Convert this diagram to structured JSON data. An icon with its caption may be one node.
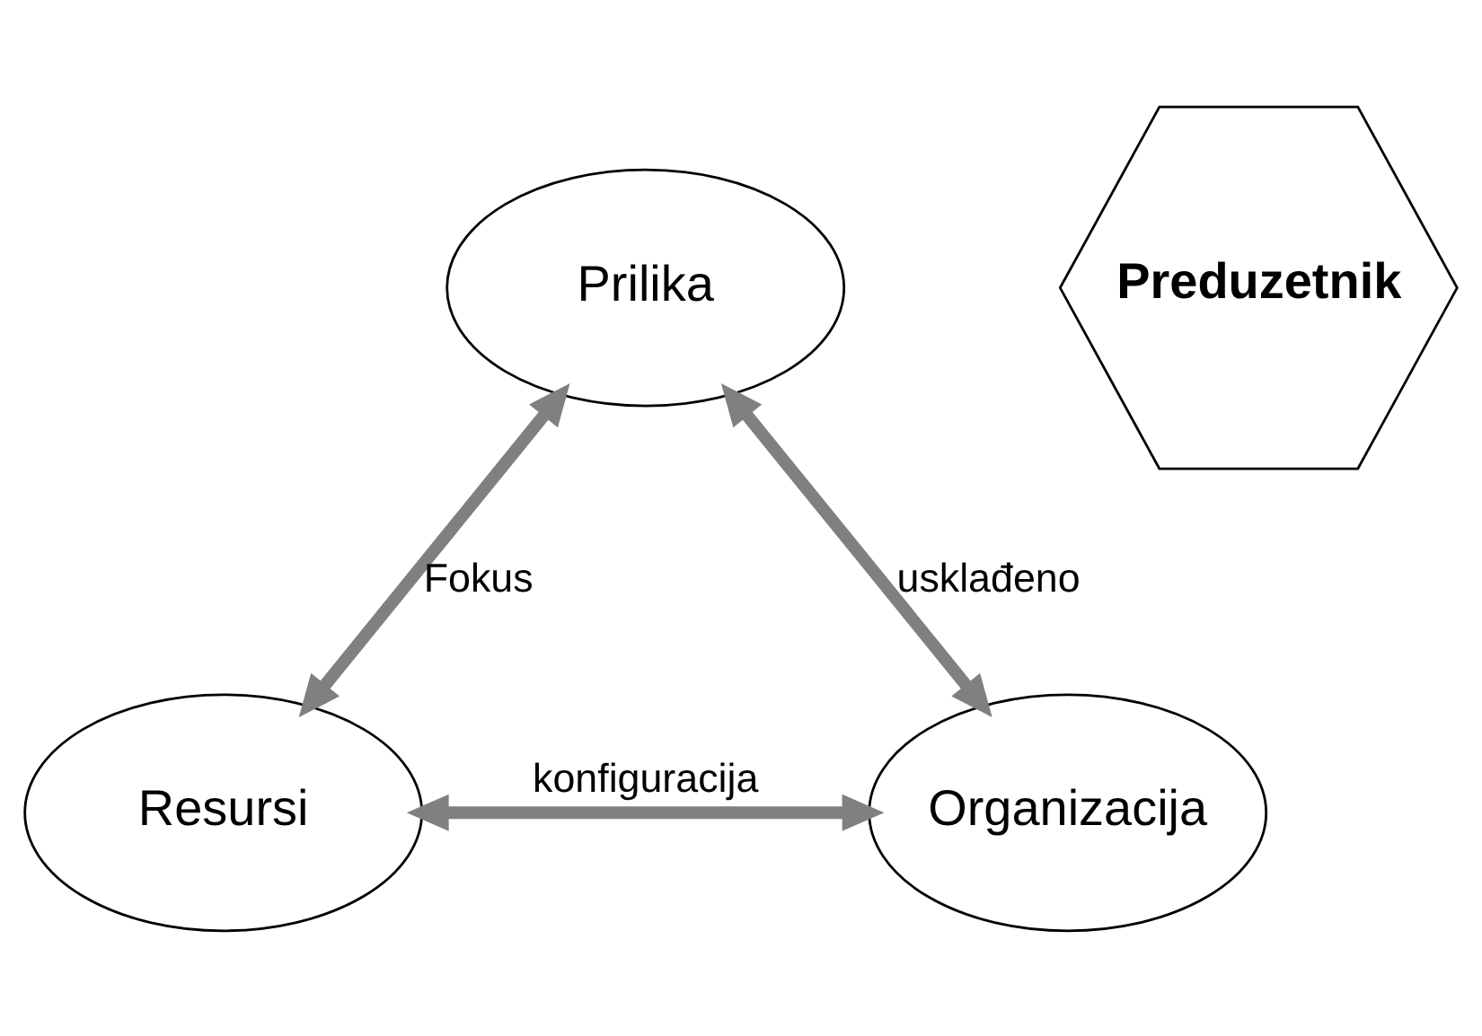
{
  "diagram": {
    "nodes": [
      {
        "text": [
          "Prilika"
        ]
      },
      {
        "text": [
          "Preduzetnik"
        ]
      },
      {
        "text": [
          "Resursi"
        ]
      },
      {
        "text": [
          "Organizacija"
        ]
      }
    ],
    "edges": [
      {
        "from": 0,
        "to": 2,
        "arrow": "both",
        "label": "Fokus"
      },
      {
        "from": 0,
        "to": 3,
        "arrow": "both",
        "label": "usklađeno"
      },
      {
        "from": 2,
        "to": 3,
        "arrow": "both",
        "label": "konfiguracija"
      }
    ]
  }
}
